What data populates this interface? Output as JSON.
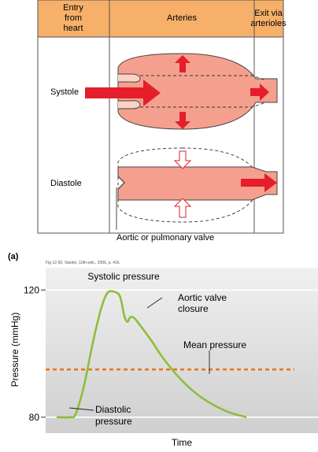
{
  "figure_panel_label": "(a)",
  "citation": "Fig 12-30, Vander, 10th edn., 2006, p. 416.",
  "diagram": {
    "header": {
      "col1": [
        "Entry",
        "from",
        "heart"
      ],
      "col2": "Arteries",
      "col3": [
        "Exit via",
        "arterioles"
      ]
    },
    "rows": {
      "systole": "Systole",
      "diastole": "Diastole"
    },
    "valve_label": "Aortic or pulmonary valve",
    "colors": {
      "header_bg": "#F6B06A",
      "vessel_fill": "#F5A08E",
      "arrow_red": "#E41E2B"
    }
  },
  "chart_data": {
    "type": "line",
    "xlabel": "Time",
    "ylabel": "Pressure (mmHg)",
    "yticks": [
      80,
      120
    ],
    "ylim": [
      75,
      127
    ],
    "xlim": [
      0,
      100
    ],
    "grid": true,
    "series": [
      {
        "color": "#8DBE3A",
        "x": [
          0,
          6,
          9,
          13,
          17,
          21,
          24,
          27,
          30,
          32,
          33.5,
          35,
          37,
          40,
          45,
          50,
          58,
          66,
          74,
          82,
          90
        ],
        "y": [
          80,
          80,
          81,
          90,
          103,
          114,
          119,
          119.5,
          118,
          112,
          110,
          111.5,
          111,
          108.5,
          104,
          99,
          92.5,
          87.5,
          84,
          81.5,
          80
        ]
      }
    ],
    "reference_line": {
      "y": 95,
      "color": "#E87722",
      "style": "dashed"
    },
    "annotations": [
      {
        "text": "Systolic pressure"
      },
      {
        "text": "Aortic valve closure",
        "lines": [
          "Aortic valve",
          "closure"
        ]
      },
      {
        "text": "Mean pressure"
      },
      {
        "text": "Diastolic pressure",
        "lines": [
          "Diastolic",
          "pressure"
        ]
      }
    ]
  }
}
